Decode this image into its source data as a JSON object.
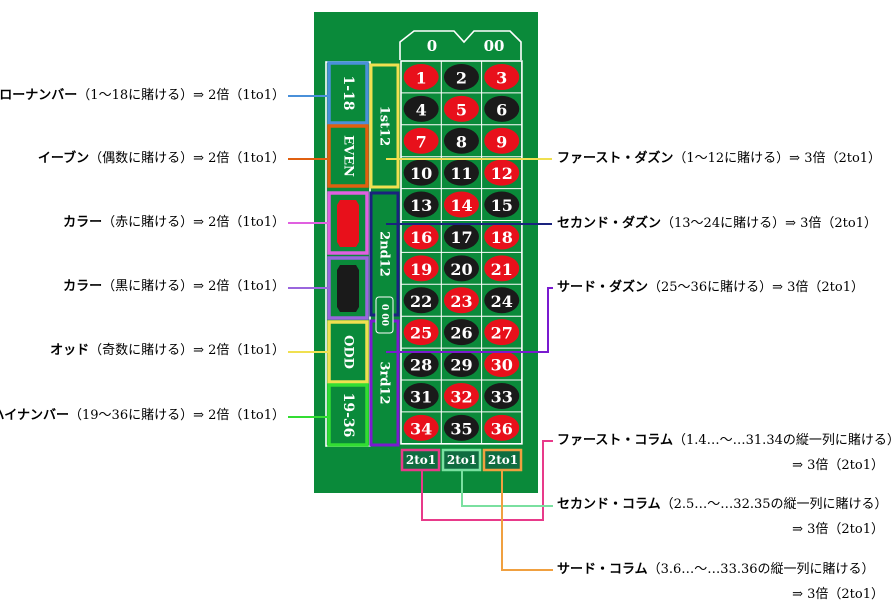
{
  "board": {
    "felt_color": "#0a8a3a",
    "zero_labels": [
      "0",
      "00"
    ],
    "numbers": [
      {
        "n": "1",
        "c": "red"
      },
      {
        "n": "2",
        "c": "black"
      },
      {
        "n": "3",
        "c": "red"
      },
      {
        "n": "4",
        "c": "black"
      },
      {
        "n": "5",
        "c": "red"
      },
      {
        "n": "6",
        "c": "black"
      },
      {
        "n": "7",
        "c": "red"
      },
      {
        "n": "8",
        "c": "black"
      },
      {
        "n": "9",
        "c": "red"
      },
      {
        "n": "10",
        "c": "black"
      },
      {
        "n": "11",
        "c": "black"
      },
      {
        "n": "12",
        "c": "red"
      },
      {
        "n": "13",
        "c": "black"
      },
      {
        "n": "14",
        "c": "red"
      },
      {
        "n": "15",
        "c": "black"
      },
      {
        "n": "16",
        "c": "red"
      },
      {
        "n": "17",
        "c": "black"
      },
      {
        "n": "18",
        "c": "red"
      },
      {
        "n": "19",
        "c": "red"
      },
      {
        "n": "20",
        "c": "black"
      },
      {
        "n": "21",
        "c": "red"
      },
      {
        "n": "22",
        "c": "black"
      },
      {
        "n": "23",
        "c": "red"
      },
      {
        "n": "24",
        "c": "black"
      },
      {
        "n": "25",
        "c": "red"
      },
      {
        "n": "26",
        "c": "black"
      },
      {
        "n": "27",
        "c": "red"
      },
      {
        "n": "28",
        "c": "black"
      },
      {
        "n": "29",
        "c": "black"
      },
      {
        "n": "30",
        "c": "red"
      },
      {
        "n": "31",
        "c": "black"
      },
      {
        "n": "32",
        "c": "red"
      },
      {
        "n": "33",
        "c": "black"
      },
      {
        "n": "34",
        "c": "red"
      },
      {
        "n": "35",
        "c": "black"
      },
      {
        "n": "36",
        "c": "red"
      }
    ],
    "outside": {
      "low": "1-18",
      "even": "EVEN",
      "odd": "ODD",
      "high": "19-36"
    },
    "dozens": [
      "1st12",
      "2nd12",
      "3rd12"
    ],
    "dozen_midmark": "0 00",
    "columns": [
      "2to1",
      "2to1",
      "2to1"
    ]
  },
  "colors": {
    "red": "#e8101b",
    "black": "#1a1a1a",
    "low": "#4a90d9",
    "even": "#e06010",
    "red_bet": "#e060e0",
    "black_bet": "#9a66dd",
    "odd": "#f0e050",
    "high": "#33dd33",
    "dozen1": "#f0e050",
    "dozen2": "#1a237e",
    "dozen3": "#7a1ad0",
    "col1": "#e83a8a",
    "col2": "#7ae0a0",
    "col3": "#f0a040"
  },
  "labels": {
    "low": {
      "name": "ローナンバー",
      "desc": "（1～18に賭ける）⇒ 2倍（1to1）"
    },
    "even": {
      "name": "イーブン",
      "desc": "（偶数に賭ける）⇒ 2倍（1to1）"
    },
    "red": {
      "name": "カラー",
      "desc": "（赤に賭ける）⇒ 2倍（1to1）"
    },
    "black": {
      "name": "カラー",
      "desc": "（黒に賭ける）⇒ 2倍（1to1）"
    },
    "odd": {
      "name": "オッド",
      "desc": "（奇数に賭ける）⇒ 2倍（1to1）"
    },
    "high": {
      "name": "ハイナンバー",
      "desc": "（19～36に賭ける）⇒ 2倍（1to1）"
    },
    "dozen1": {
      "name": "ファースト・ダズン",
      "desc": "（1～12に賭ける）⇒ 3倍（2to1）"
    },
    "dozen2": {
      "name": "セカンド・ダズン",
      "desc": "（13～24に賭ける）⇒ 3倍（2to1）"
    },
    "dozen3": {
      "name": "サード・ダズン",
      "desc": "（25～36に賭ける）⇒ 3倍（2to1）"
    },
    "col1": {
      "name": "ファースト・コラム",
      "desc": "（1.4…～…31.34の縦一列に賭ける）",
      "payout": "⇒ 3倍（2to1）"
    },
    "col2": {
      "name": "セカンド・コラム",
      "desc": "（2.5…～…32.35の縦一列に賭ける）",
      "payout": "⇒ 3倍（2to1）"
    },
    "col3": {
      "name": "サード・コラム",
      "desc": "（3.6…～…33.36の縦一列に賭ける）",
      "payout": "⇒ 3倍（2to1）"
    }
  }
}
